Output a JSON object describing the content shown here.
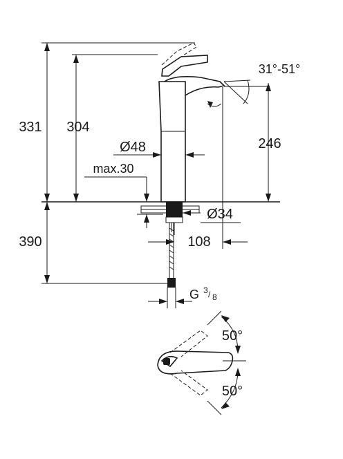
{
  "dimensions": {
    "height_total": "331",
    "height_spout_top": "304",
    "height_spout_outlet": "246",
    "base_height": "390",
    "angle_label": "31°-51°",
    "body_diameter": "48",
    "deck_max": "max.30",
    "hole_diameter": "34",
    "reach": "108",
    "thread_prefix": "G",
    "thread_num": "3",
    "thread_den": "8",
    "rotation_up": "50°",
    "rotation_down": "50°"
  },
  "symbols": {
    "diameter": "Ø"
  }
}
